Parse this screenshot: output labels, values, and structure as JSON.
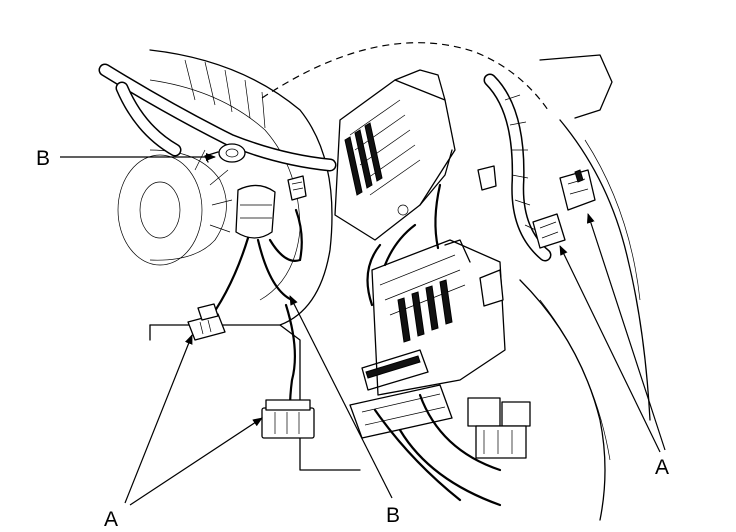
{
  "callouts": {
    "b_left": "B",
    "b_bottom": "B",
    "a_bottom_left": "A",
    "a_right": "A"
  }
}
